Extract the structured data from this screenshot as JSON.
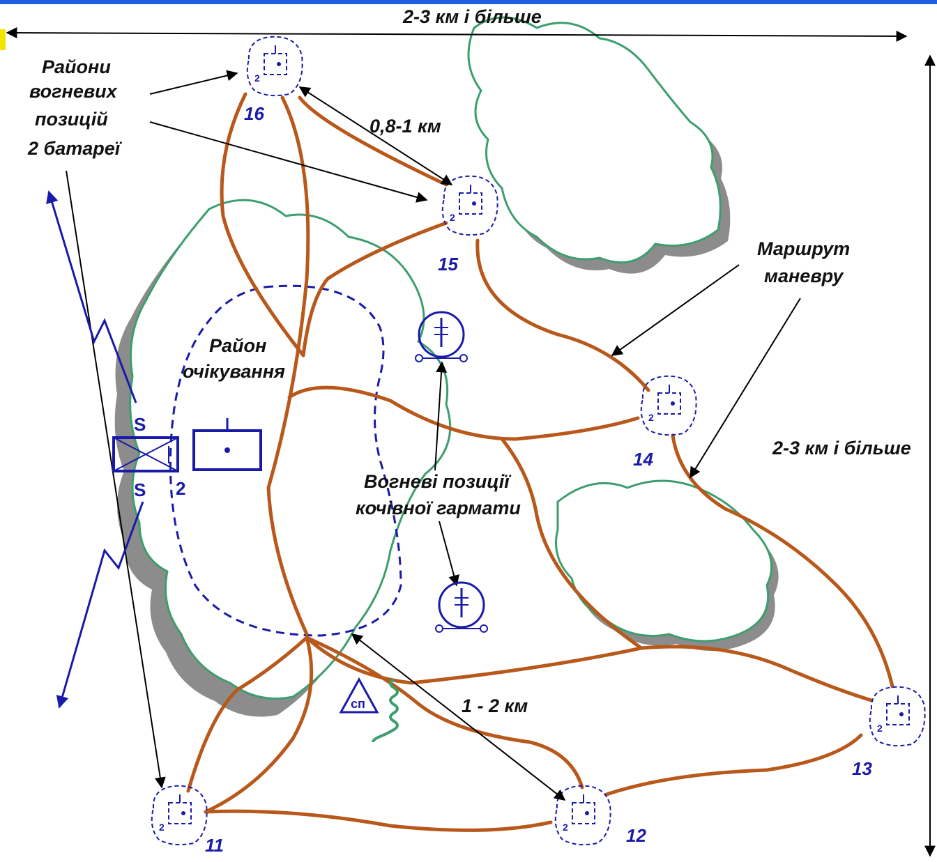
{
  "labels": {
    "width_top": "2-3 км і більше",
    "width_right": "2-3 км і більше",
    "firing_areas": [
      "Райони",
      "вогневих",
      "позицій",
      "2 батареї"
    ],
    "distance_positions": "0,8-1 км",
    "waiting_area": [
      "Район",
      "очікування"
    ],
    "maneuver_route": [
      "Маршрут",
      "маневру"
    ],
    "nomad_gun": [
      "Вогневі позиції",
      "кочівної гармати"
    ],
    "distance_waiting": "1 - 2 км",
    "battery_number": "2",
    "signal_letter": "S",
    "aid_post": "сп"
  },
  "positions": [
    {
      "id": "16",
      "label": "16",
      "sub": "2"
    },
    {
      "id": "15",
      "label": "15",
      "sub": "2"
    },
    {
      "id": "14",
      "label": "14",
      "sub": "2"
    },
    {
      "id": "13",
      "label": "13",
      "sub": "2"
    },
    {
      "id": "12",
      "label": "12",
      "sub": "2"
    },
    {
      "id": "11",
      "label": "11",
      "sub": "2"
    }
  ],
  "colors": {
    "route": "#b8581a",
    "forest_edge": "#3c9e6e",
    "symbol_blue": "#1a1aa8",
    "frame_blue": "#1f5fe0"
  }
}
